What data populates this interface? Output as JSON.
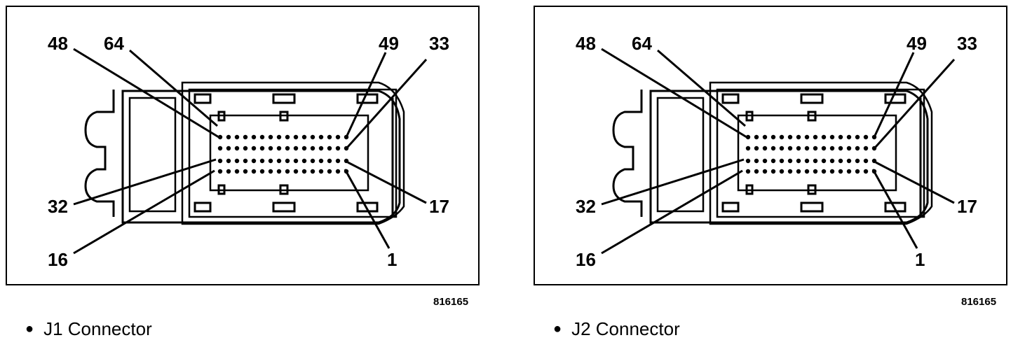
{
  "figure_number": "816165",
  "bullet_icon": "bullet-dot-icon",
  "connectors": [
    {
      "caption": "J1 Connector",
      "pin_labels": {
        "p48": "48",
        "p64": "64",
        "p49": "49",
        "p33": "33",
        "p32": "32",
        "p17": "17",
        "p16": "16",
        "p1": "1"
      }
    },
    {
      "caption": "J2 Connector",
      "pin_labels": {
        "p48": "48",
        "p64": "64",
        "p49": "49",
        "p33": "33",
        "p32": "32",
        "p17": "17",
        "p16": "16",
        "p1": "1"
      }
    }
  ]
}
